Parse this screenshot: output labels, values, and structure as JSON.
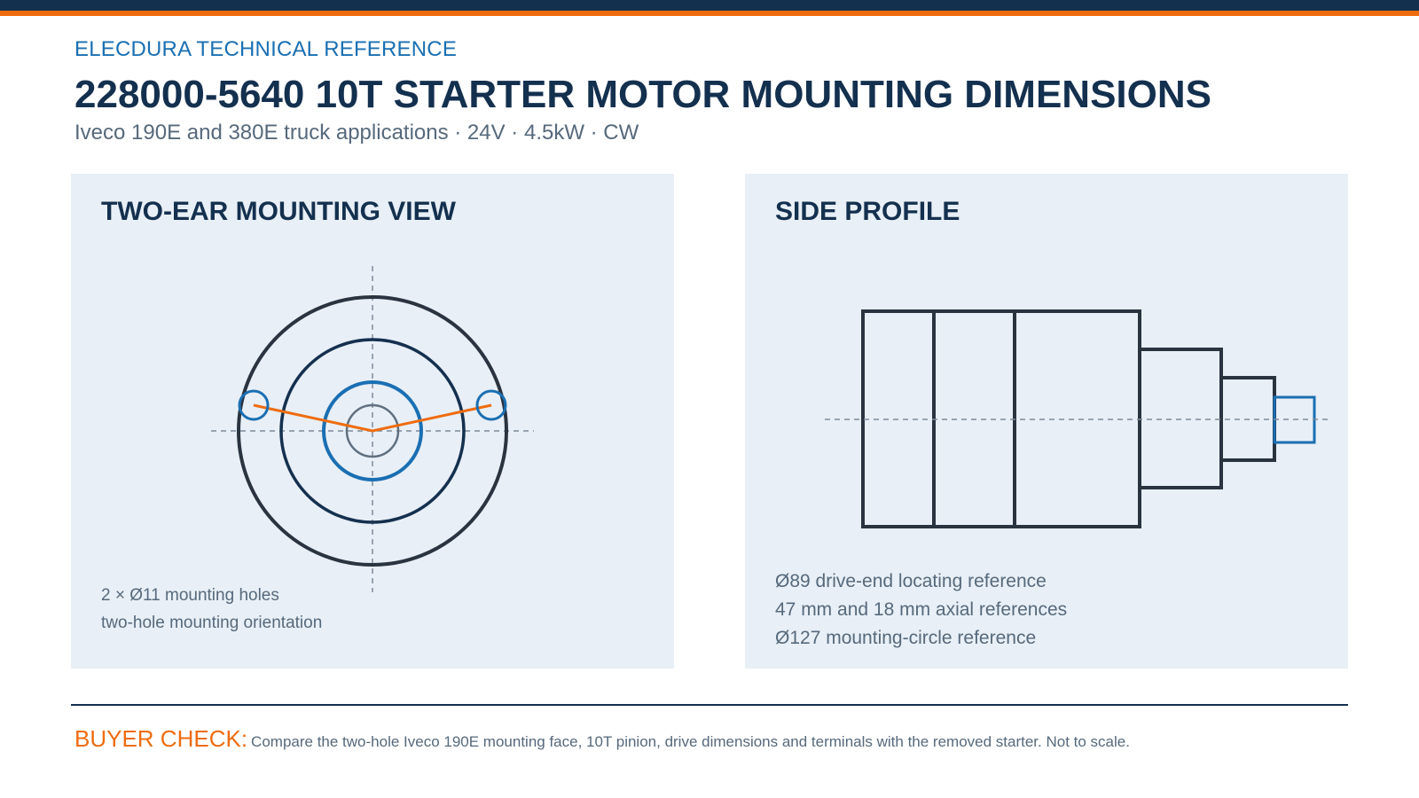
{
  "header": {
    "brand": "ELECDURA TECHNICAL REFERENCE",
    "title": "228000-5640 10T STARTER MOTOR MOUNTING DIMENSIONS",
    "subtitle": "Iveco 190E and 380E truck applications · 24V · 4.5kW · CW"
  },
  "panels": {
    "mounting": {
      "title": "TWO-EAR MOUNTING VIEW",
      "notes": [
        "2 × Ø11 mounting holes",
        "two-hole mounting orientation"
      ]
    },
    "profile": {
      "title": "SIDE PROFILE",
      "notes": [
        "Ø89 drive-end locating reference",
        "47 mm and 18 mm axial references",
        "Ø127 mounting-circle reference"
      ]
    }
  },
  "footer": {
    "label": "BUYER CHECK:",
    "text": "Compare the two-hole Iveco 190E mounting face, 10T pinion, drive dimensions and terminals with the removed starter. Not to scale."
  },
  "colors": {
    "navy": "#14304f",
    "orange": "#ee6c0f",
    "blue": "#1a6fb3",
    "outline": "#2a3340",
    "panel": "#e8eff6",
    "text_muted": "#56697c"
  }
}
